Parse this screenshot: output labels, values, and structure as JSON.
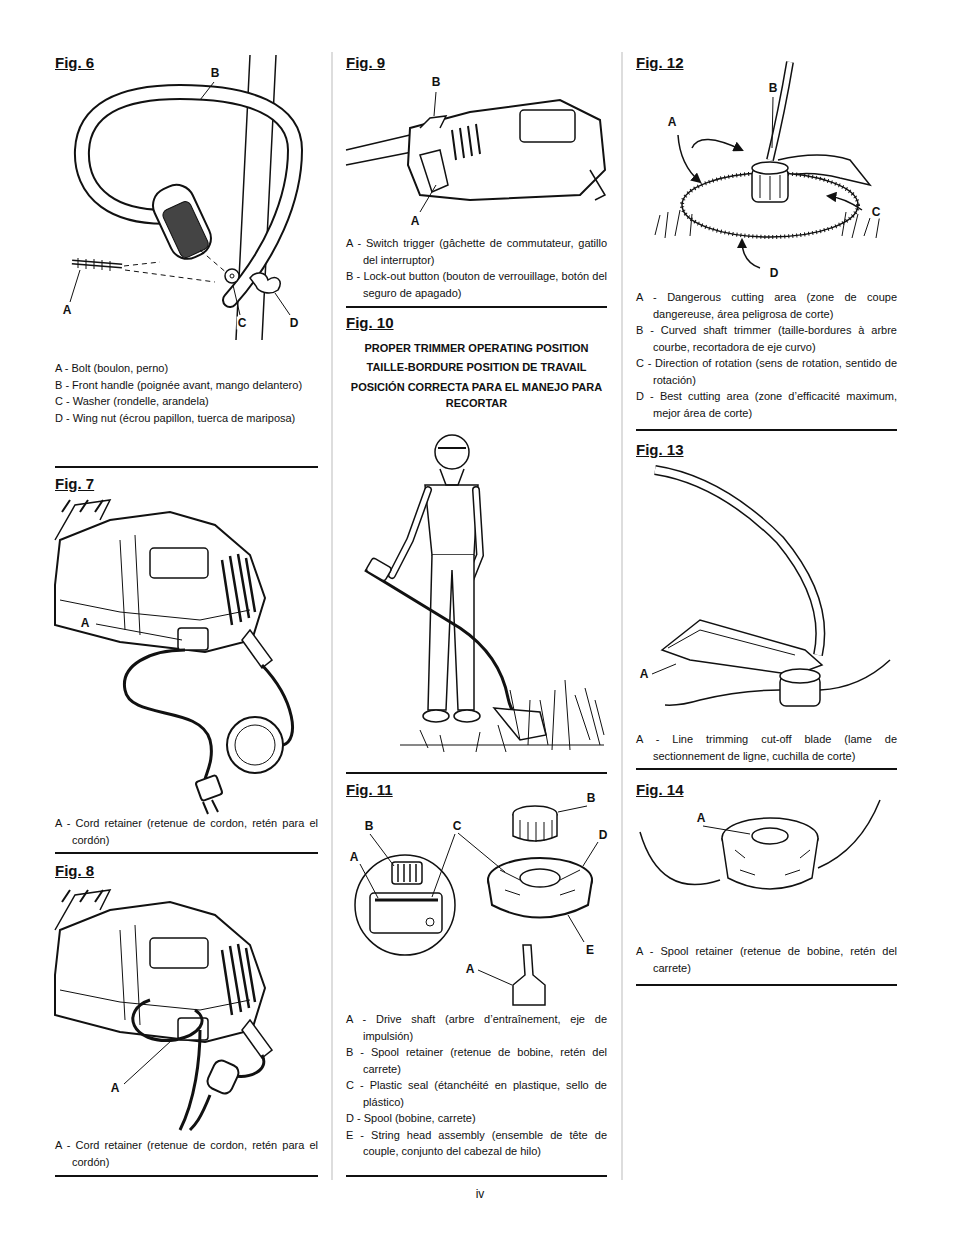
{
  "diagram": {
    "labels": [
      "Fig. 6",
      "B",
      "A",
      "C",
      "D",
      "A - Bolt (boulon, perno)",
      "B - Front handle (poignée avant, mango delantero)",
      "C - Washer (rondelle, arandela)",
      "D - Wing nut (écrou papillon, tuerca de mariposa)",
      "Fig. 7",
      "A",
      "A - Cord retainer (retenue de cordon, retén para el cordón)",
      "Fig. 8",
      "A",
      "A - Cord retainer (retenue de cordon, retén para el cordón)",
      "Fig. 9",
      "B",
      "A",
      "A - Switch trigger (gâchette de commutateur, gatillo del interruptor)",
      "B - Lock-out button (bouton de verrouillage, botón del seguro de apagado)",
      "Fig. 10",
      "PROPER TRIMMER OPERATING POSITION",
      "TAILLE-BORDURE POSITION DE TRAVAIL",
      "POSICIÓN CORRECTA PARA EL MANEJO PARA RECORTAR",
      "Fig. 11",
      "B",
      "C",
      "B",
      "D",
      "A",
      "E",
      "A",
      "A - Drive shaft (arbre d’entraînement, eje de impulsión)",
      "B - Spool retainer (retenue de bobine, retén del carrete)",
      "C - Plastic seal (étanchéité en plastique, sello de plástico)",
      "D - Spool (bobine, carrete)",
      "E - String head assembly (ensemble de tête de couple, conjunto del cabezal de hilo)",
      "iv",
      "Fig. 12",
      "B",
      "A",
      "C",
      "D",
      "A - Dangerous cutting area (zone de coupe dangereuse, área peligrosa de corte)",
      "B - Curved shaft trimmer (taille-bordures à arbre courbe, recortadora de eje curvo)",
      "C - Direction of rotation (sens de rotation, sentido de rotación)",
      "D - Best cutting area (zone d’efficacité maximum, mejor área de corte)",
      "Fig. 13",
      "A",
      "A - Line trimming cut-off blade (lame de sectionnement de ligne, cuchilla de corte)",
      "Fig. 14",
      "A",
      "A - Spool retainer (retenue de bobine, retén del carrete)"
    ]
  }
}
